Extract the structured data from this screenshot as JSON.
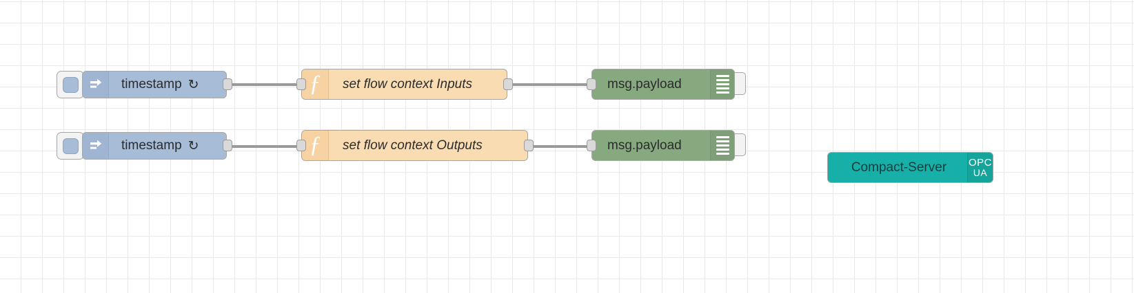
{
  "editor": {
    "canvas_name": "node-red-flow-canvas",
    "grid_color": "#e9e9e9",
    "background_color": "#ffffff"
  },
  "palette": {
    "inject_color": "#a7bcd7",
    "function_color": "#fadcb3",
    "debug_color": "#87a980",
    "opcua_color": "#17b0a8",
    "wire_color": "#9a9a9a",
    "port_color": "#d9d9d9"
  },
  "flows": [
    {
      "row": 1,
      "inject": {
        "label": "timestamp",
        "repeat_icon": "↻",
        "icon": "inject-arrow-icon",
        "button": "inject-trigger-button"
      },
      "function": {
        "label": "set flow context Inputs",
        "icon": "function-f-icon"
      },
      "debug": {
        "label": "msg.payload",
        "icon": "debug-lines-icon",
        "toggle": "debug-enable-toggle"
      }
    },
    {
      "row": 2,
      "inject": {
        "label": "timestamp",
        "repeat_icon": "↻",
        "icon": "inject-arrow-icon",
        "button": "inject-trigger-button"
      },
      "function": {
        "label": "set flow context Outputs",
        "icon": "function-f-icon"
      },
      "debug": {
        "label": "msg.payload",
        "icon": "debug-lines-icon",
        "toggle": "debug-enable-toggle"
      }
    }
  ],
  "opcua_node": {
    "label": "Compact-Server",
    "badge_top": "OPC",
    "badge_bottom": "UA",
    "icon": "opcua-badge-icon"
  }
}
